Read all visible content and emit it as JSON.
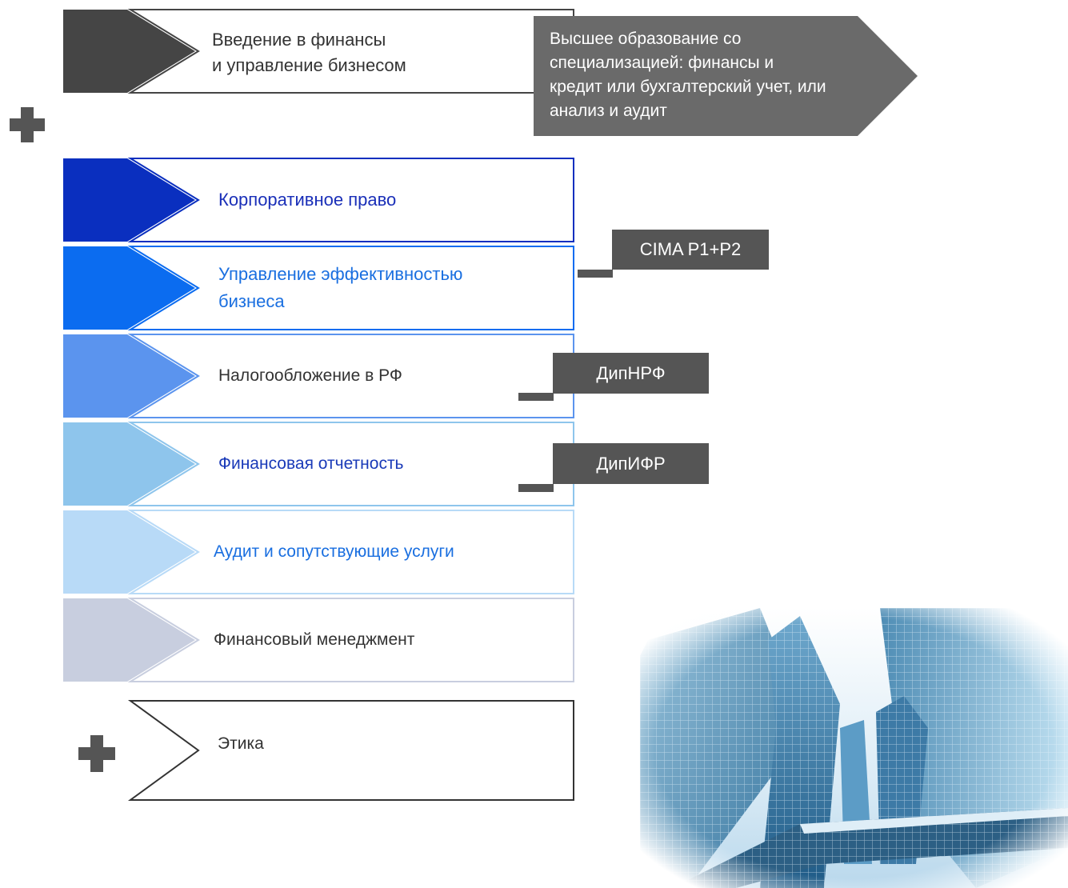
{
  "top_block": {
    "label_line1": "Введение в финансы",
    "label_line2": "и управление бизнесом"
  },
  "callout": {
    "text_line1": "Высшее образование со",
    "text_line2": "специализацией: финансы и",
    "text_line3": "кредит или бухгалтерский учет, или",
    "text_line4": "анализ и аудит"
  },
  "modules": [
    {
      "label_line1": "Корпоративное право",
      "label_line2": "",
      "color": "#0a2fbf",
      "text_color": "#1a2fb8"
    },
    {
      "label_line1": "Управление эффективностью",
      "label_line2": "бизнеса",
      "color": "#0b6cf0",
      "text_color": "#1a6fe0"
    },
    {
      "label_line1": "Налогообложение в РФ",
      "label_line2": "",
      "color": "#5b94ee",
      "text_color": "#333333"
    },
    {
      "label_line1": "Финансовая отчетность",
      "label_line2": "",
      "color": "#8ec5ec",
      "text_color": "#1a3ab8"
    },
    {
      "label_line1": "Аудит и сопутствующие услуги",
      "label_line2": "",
      "color": "#b8daf7",
      "text_color": "#1a6fe0"
    },
    {
      "label_line1": "Финансовый менеджмент",
      "label_line2": "",
      "color": "#c8cedf",
      "text_color": "#333333"
    }
  ],
  "bottom_block": {
    "label": "Этика"
  },
  "qualifications": [
    {
      "label": "CIMA P1+P2"
    },
    {
      "label": "ДипНРФ"
    },
    {
      "label": "ДипИФР"
    }
  ],
  "colors": {
    "dark_chevron": "#454545",
    "tag_bg": "#555555",
    "plus": "#555555"
  },
  "icons": [
    "plus-icon",
    "plus-icon",
    "city-skyscrapers-image"
  ]
}
